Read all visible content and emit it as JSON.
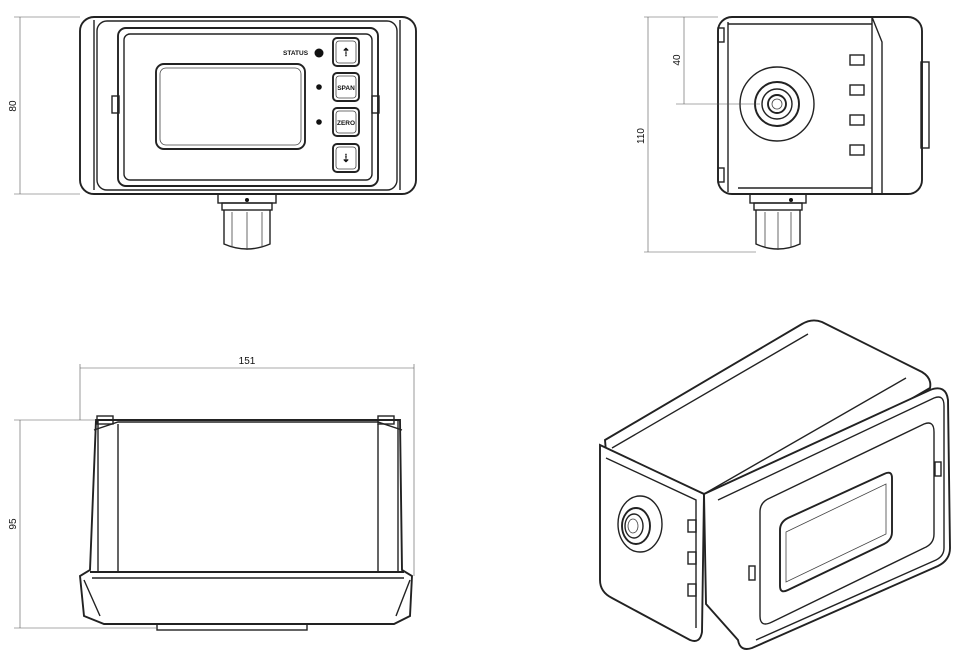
{
  "dimensions": {
    "front_height": "80",
    "side_offset": "40",
    "side_height": "110",
    "width": "151",
    "bottom_height": "95"
  },
  "front_panel": {
    "status_label": "STATUS",
    "buttons": [
      "⇡",
      "SPAN",
      "ZERO",
      "⇣"
    ]
  },
  "colors": {
    "line": "#222222",
    "background": "#ffffff"
  }
}
